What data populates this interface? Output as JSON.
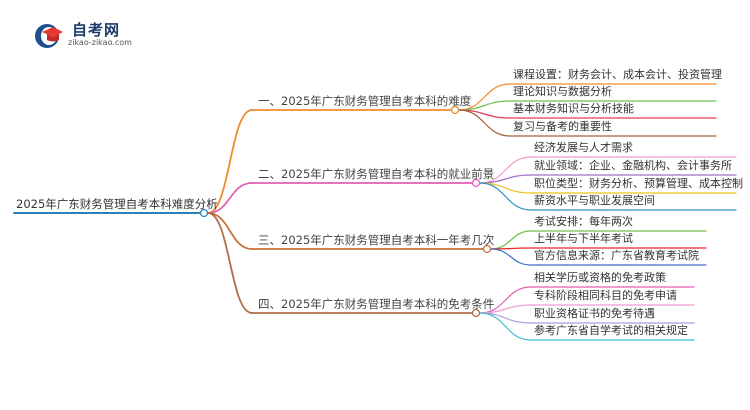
{
  "logo": {
    "title": "自考网",
    "url": "zikao-zikao.com",
    "icon": "graduation-cap-icon",
    "colors": {
      "primary": "#1d4f91",
      "accent": "#e53935"
    }
  },
  "mindmap": {
    "root": {
      "label": "2025年广东财务管理自考本科难度分析",
      "color": "#2f7fb8"
    },
    "branches": [
      {
        "label": "一、2025年广东财务管理自考本科的难度",
        "color": "#f08c2e",
        "children": [
          {
            "label": "课程设置：财务会计、成本会计、投资管理",
            "color": "#f08c2e"
          },
          {
            "label": "理论知识与数据分析",
            "color": "#6cc04a"
          },
          {
            "label": "基本财务知识与分析技能",
            "color": "#e33b58"
          },
          {
            "label": "复习与备考的重要性",
            "color": "#a3623c"
          }
        ]
      },
      {
        "label": "二、2025年广东财务管理自考本科的就业前景",
        "color": "#e35fb3",
        "children": [
          {
            "label": "经济发展与人才需求",
            "color": "#f19ad0"
          },
          {
            "label": "就业领域：企业、金融机构、会计事务所",
            "color": "#a071c9"
          },
          {
            "label": "职位类型：财务分析、预算管理、成本控制",
            "color": "#f0c21e"
          },
          {
            "label": "薪资水平与职业发展空间",
            "color": "#2f8fbf"
          }
        ]
      },
      {
        "label": "三、2025年广东财务管理自考本科一年考几次",
        "color": "#c9733c",
        "children": [
          {
            "label": "考试安排：每年两次",
            "color": "#6cc04a"
          },
          {
            "label": "上半年与下半年考试",
            "color": "#e3262b"
          },
          {
            "label": "官方信息来源：广东省教育考试院",
            "color": "#3c6cc8"
          }
        ]
      },
      {
        "label": "四、2025年广东财务管理自考本科的免考条件",
        "color": "#b06d4a",
        "children": [
          {
            "label": "相关学历或资格的免考政策",
            "color": "#e35fb3"
          },
          {
            "label": "专科阶段相同科目的免考申请",
            "color": "#f19ad0"
          },
          {
            "label": "职业资格证书的免考待遇",
            "color": "#b09ae0"
          },
          {
            "label": "参考广东省自学考试的相关规定",
            "color": "#3ebfcf"
          }
        ]
      }
    ]
  }
}
